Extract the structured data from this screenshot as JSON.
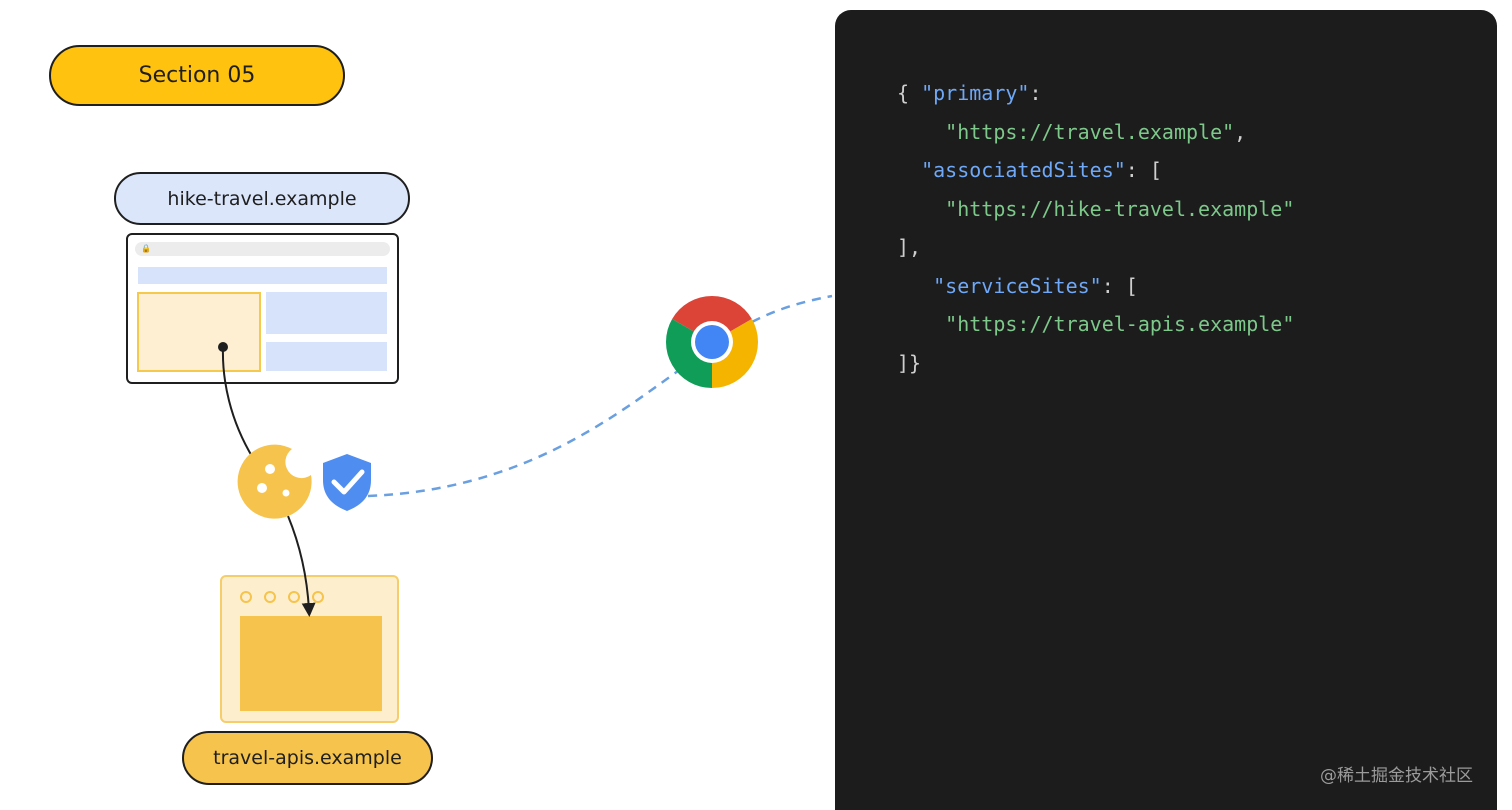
{
  "section_label": "Section 05",
  "hike_site": "hike-travel.example",
  "apis_site": "travel-apis.example",
  "browser_lock_glyph": "🔒",
  "icons": [
    "chrome-logo-icon",
    "cookie-icon",
    "shield-check-icon",
    "lock-icon"
  ],
  "colors": {
    "section_pill": "#ffc20e",
    "hike_pill": "#dbe6fb",
    "apis_pill": "#f6c34c",
    "code_bg": "#1c1c1c",
    "code_key": "#6ea8f7",
    "code_string": "#7dc88a",
    "dashed_line": "#6a9fe0"
  },
  "code": {
    "line1": {
      "open": "{ ",
      "key": "\"primary\"",
      "rest": ":"
    },
    "line2": {
      "value": "\"https://travel.example\"",
      "rest": ","
    },
    "line3": {
      "key": "\"associatedSites\"",
      "rest": ": ["
    },
    "line4": {
      "value": "\"https://hike-travel.example\""
    },
    "line5": {
      "text": "],"
    },
    "line6": {
      "key": "\"serviceSites\"",
      "rest": ": ["
    },
    "line7": {
      "value": "\"https://travel-apis.example\""
    },
    "line8": {
      "text": "]}"
    }
  },
  "watermark": "@稀土掘金技术社区"
}
